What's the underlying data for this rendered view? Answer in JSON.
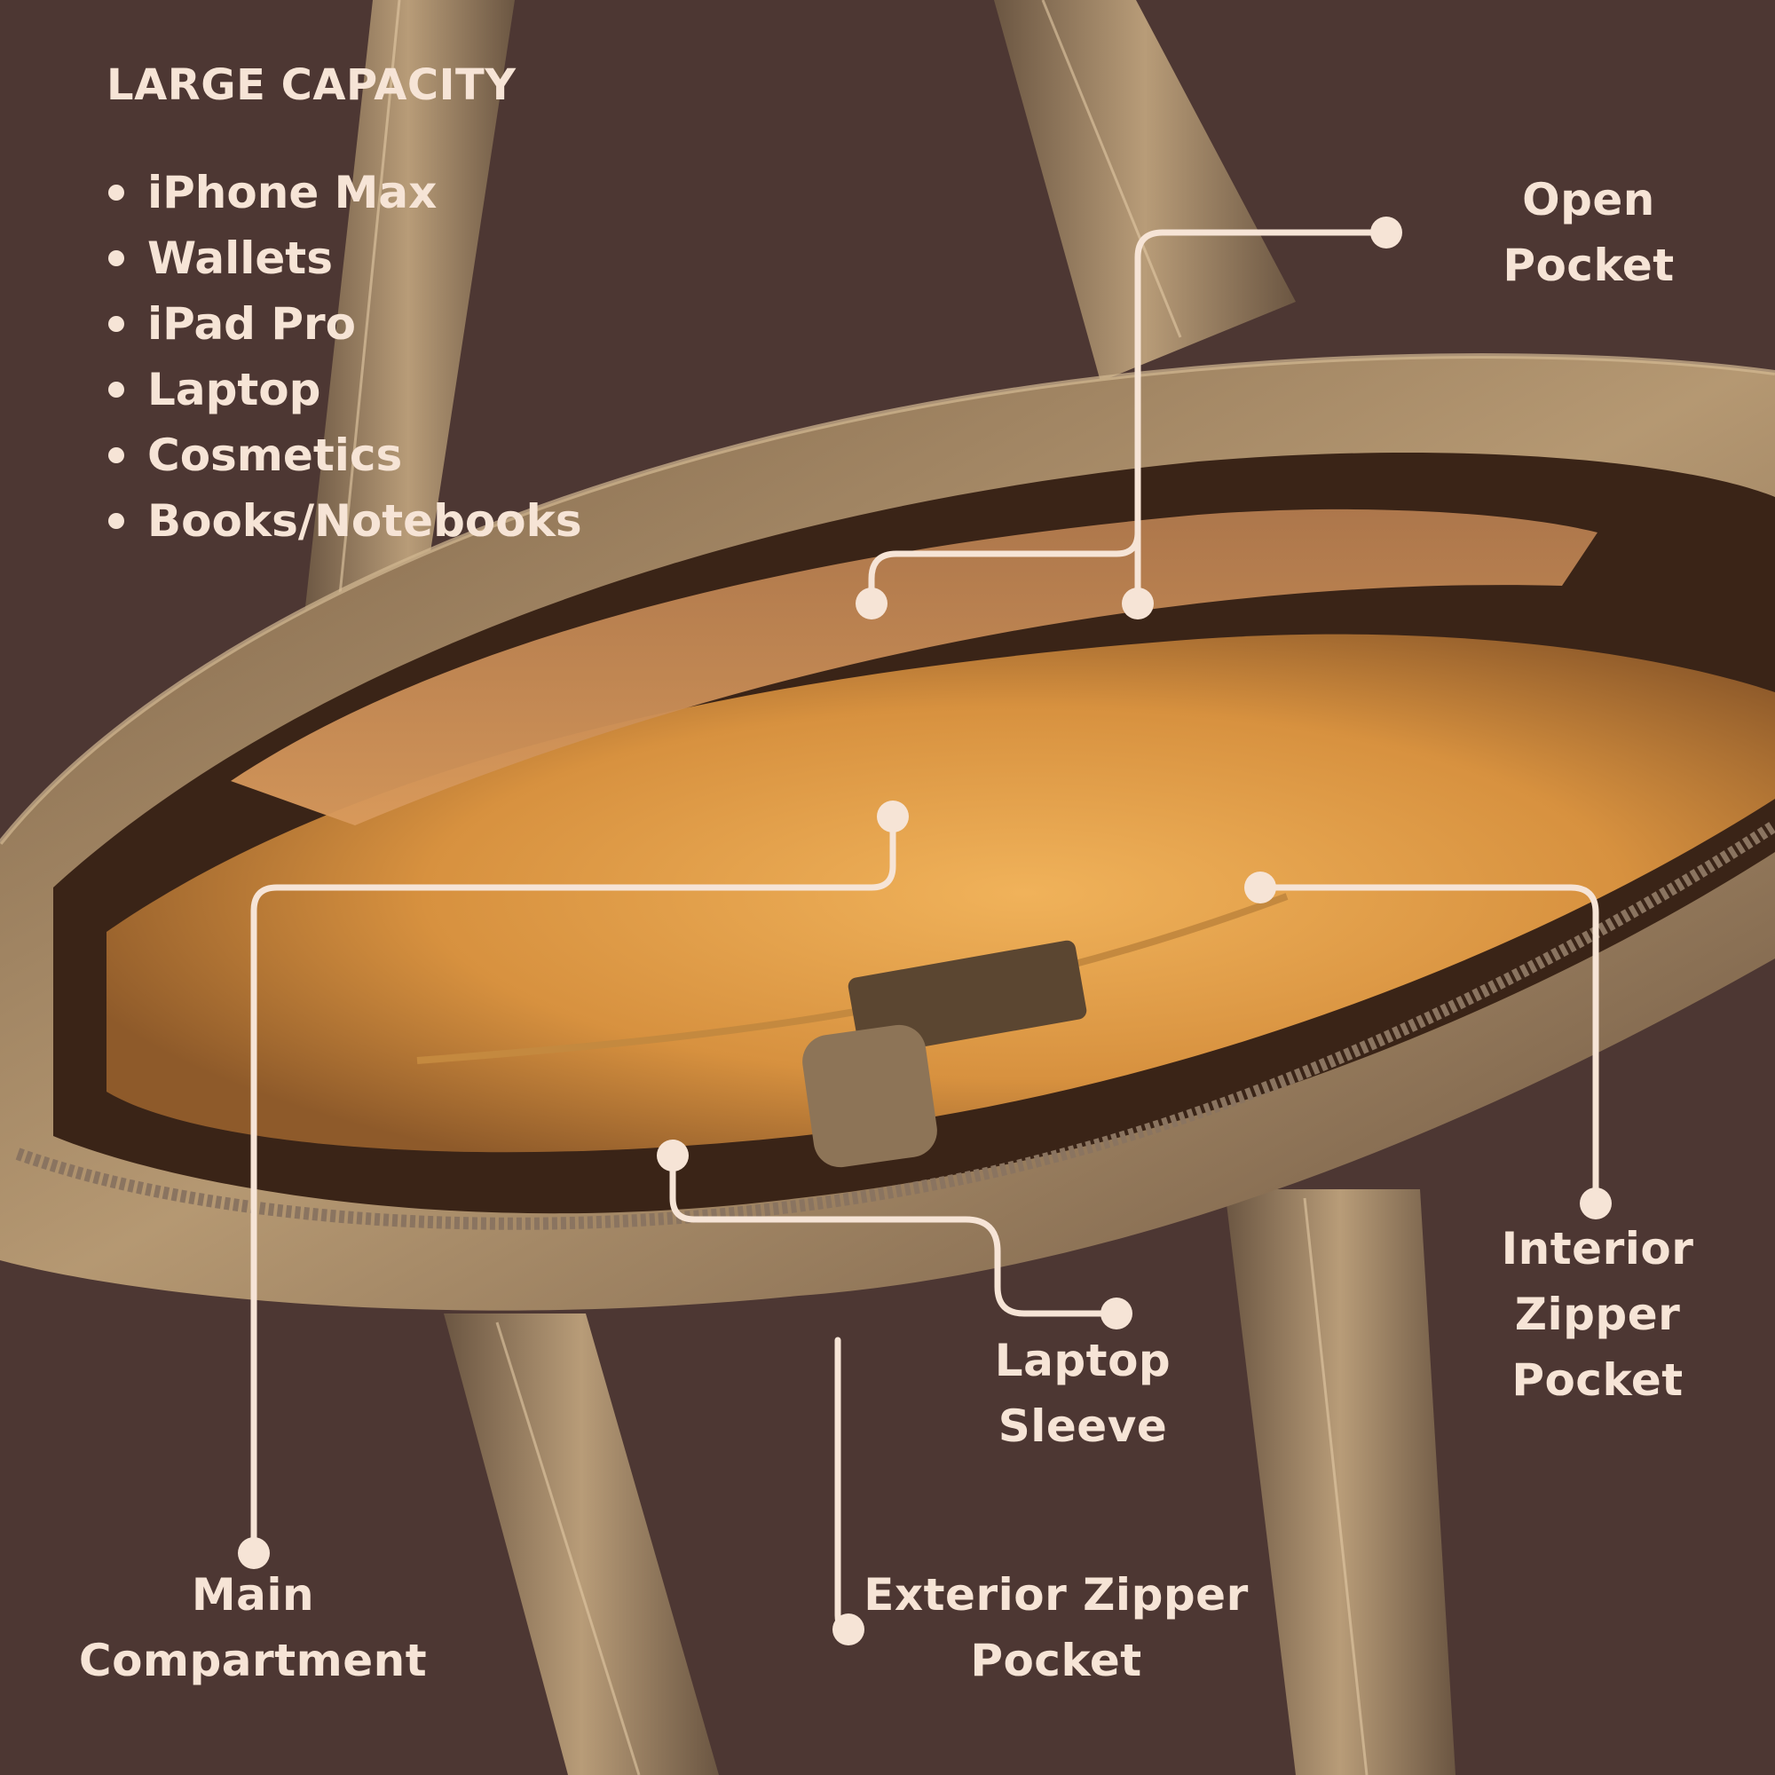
{
  "heading": "LARGE CAPACITY",
  "capacity_items": [
    "iPhone Max",
    "Wallets",
    "iPad Pro",
    "Laptop",
    "Cosmetics",
    "Books/Notebooks"
  ],
  "callouts": {
    "open_pocket": [
      "Open",
      "Pocket"
    ],
    "interior_zipper_pocket": [
      "Interior",
      "Zipper",
      "Pocket"
    ],
    "laptop_sleeve": [
      "Laptop",
      "Sleeve"
    ],
    "main_compartment": [
      "Main",
      "Compartment"
    ],
    "exterior_zipper_pocket": [
      "Exterior Zipper",
      "Pocket"
    ]
  },
  "colors": {
    "background": "#4d3733",
    "label_text": "#f6e4d6",
    "bag_leather": "#a8875f",
    "lining": "#d99a45"
  }
}
